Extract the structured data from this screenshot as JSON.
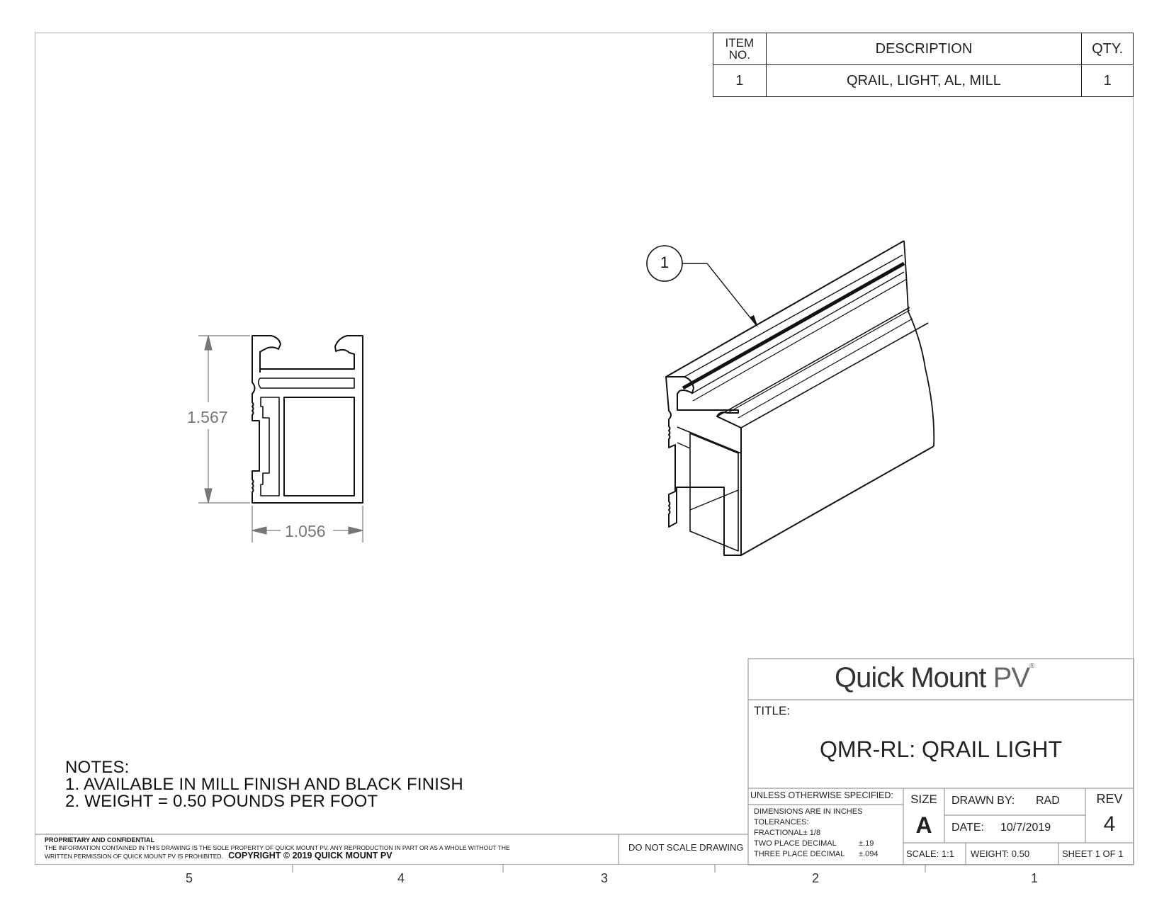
{
  "bom": {
    "headers": {
      "item_line1": "ITEM",
      "item_line2": "NO.",
      "description": "DESCRIPTION",
      "qty": "QTY."
    },
    "rows": [
      {
        "item": "1",
        "description": "QRAIL, LIGHT, AL, MILL",
        "qty": "1"
      }
    ]
  },
  "views": {
    "dim_height": "1.567",
    "dim_width": "1.056",
    "balloon": "1"
  },
  "notes": {
    "heading": "NOTES:",
    "items": [
      "1. AVAILABLE IN MILL FINISH AND BLACK FINISH",
      "2. WEIGHT = 0.50 POUNDS PER FOOT"
    ]
  },
  "footer": {
    "proprietary_heading": "PROPRIETARY AND CONFIDENTIAL",
    "proprietary_line1": "THE INFORMATION CONTAINED IN THIS DRAWING IS THE SOLE PROPERTY OF QUICK MOUNT PV.  ANY REPRODUCTION IN PART OR AS A WHOLE WITHOUT THE",
    "proprietary_line2": "WRITTEN PERMISSION OF QUICK MOUNT PV IS PROHIBITED.",
    "copyright": "COPYRIGHT © 2019 QUICK MOUNT PV",
    "do_not_scale": "DO NOT SCALE DRAWING",
    "zones": [
      "5",
      "4",
      "3",
      "2",
      "1"
    ]
  },
  "title_block": {
    "logo_main": "Quick Mount",
    "logo_pv": "PV",
    "logo_mark": "®",
    "title_label": "TITLE:",
    "title": "QMR-RL: QRAIL LIGHT",
    "unless_specified": "UNLESS OTHERWISE SPECIFIED:",
    "dimensions_note": "DIMENSIONS ARE IN INCHES",
    "tolerances": "TOLERANCES:",
    "fractional": "FRACTIONAL± 1/8",
    "two_place_label": "TWO PLACE DECIMAL",
    "two_place_value": "±.19",
    "three_place_label": "THREE PLACE DECIMAL",
    "three_place_value": "±.094",
    "size_label": "SIZE",
    "size_value": "A",
    "drawn_by_label": "DRAWN BY:",
    "drawn_by_value": "RAD",
    "date_label": "DATE:",
    "date_value": "10/7/2019",
    "rev_label": "REV",
    "rev_value": "4",
    "scale": "SCALE: 1:1",
    "weight": "WEIGHT: 0.50",
    "sheet": "SHEET 1 OF 1"
  }
}
